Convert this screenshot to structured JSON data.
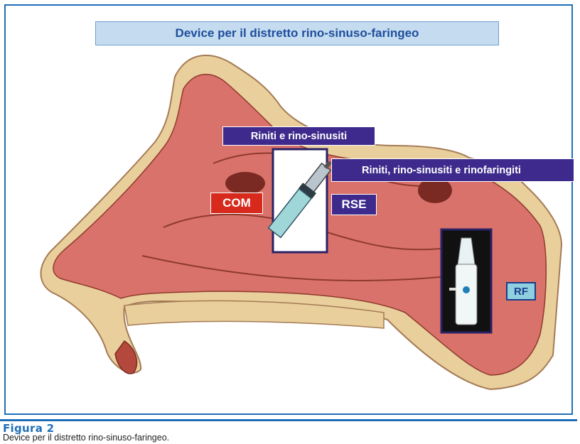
{
  "header": {
    "title": "Device per il distretto rino-sinuso-faringeo"
  },
  "labels": {
    "riniti_rino_sinusiti": "Riniti e rino-sinusiti",
    "riniti_rino_sinusiti_rinofaringiti": "Riniti, rino-sinusiti e rinofaringiti",
    "com": "COM",
    "rse": "RSE",
    "rf": "RF"
  },
  "caption": {
    "title": "Figura 2",
    "text": "Device per il distretto rino-sinuso-faringeo."
  },
  "colors": {
    "accent_blue": "#1f6fb8",
    "label_purple": "#3d2a8c",
    "label_red": "#d72a1d",
    "label_teal": "#8fd0e0",
    "tissue": "#d9726a",
    "bone": "#e9cf9c"
  }
}
